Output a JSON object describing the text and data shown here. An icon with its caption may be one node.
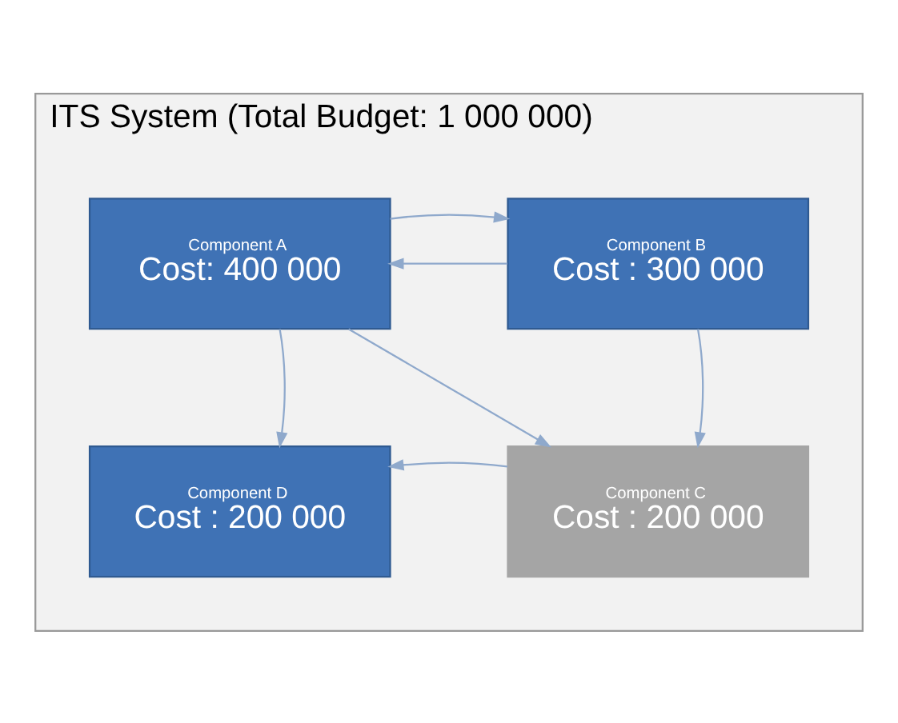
{
  "diagram": {
    "nodes": [
      {
        "text": [
          "ITS System (Total Budget: 1 000 000)"
        ]
      },
      {
        "text": [
          "Component A",
          "Cost: 400 000"
        ],
        "in": 0
      },
      {
        "text": [
          "Component B",
          "Cost : 300 000"
        ],
        "in": 0
      },
      {
        "text": [
          "Component D",
          "Cost : 200 000"
        ],
        "in": 0
      },
      {
        "text": [
          "Component C",
          "Cost : 200 000"
        ],
        "in": 0
      }
    ],
    "edges": [
      {
        "from": 2,
        "to": 1,
        "arrow": "to"
      },
      {
        "from": 1,
        "to": 2,
        "arrow": "to"
      },
      {
        "from": 1,
        "to": 3,
        "arrow": "to"
      },
      {
        "from": 1,
        "to": 4,
        "arrow": "to"
      },
      {
        "from": 2,
        "to": 4,
        "arrow": "to"
      },
      {
        "from": 4,
        "to": 3,
        "arrow": "to"
      }
    ]
  }
}
